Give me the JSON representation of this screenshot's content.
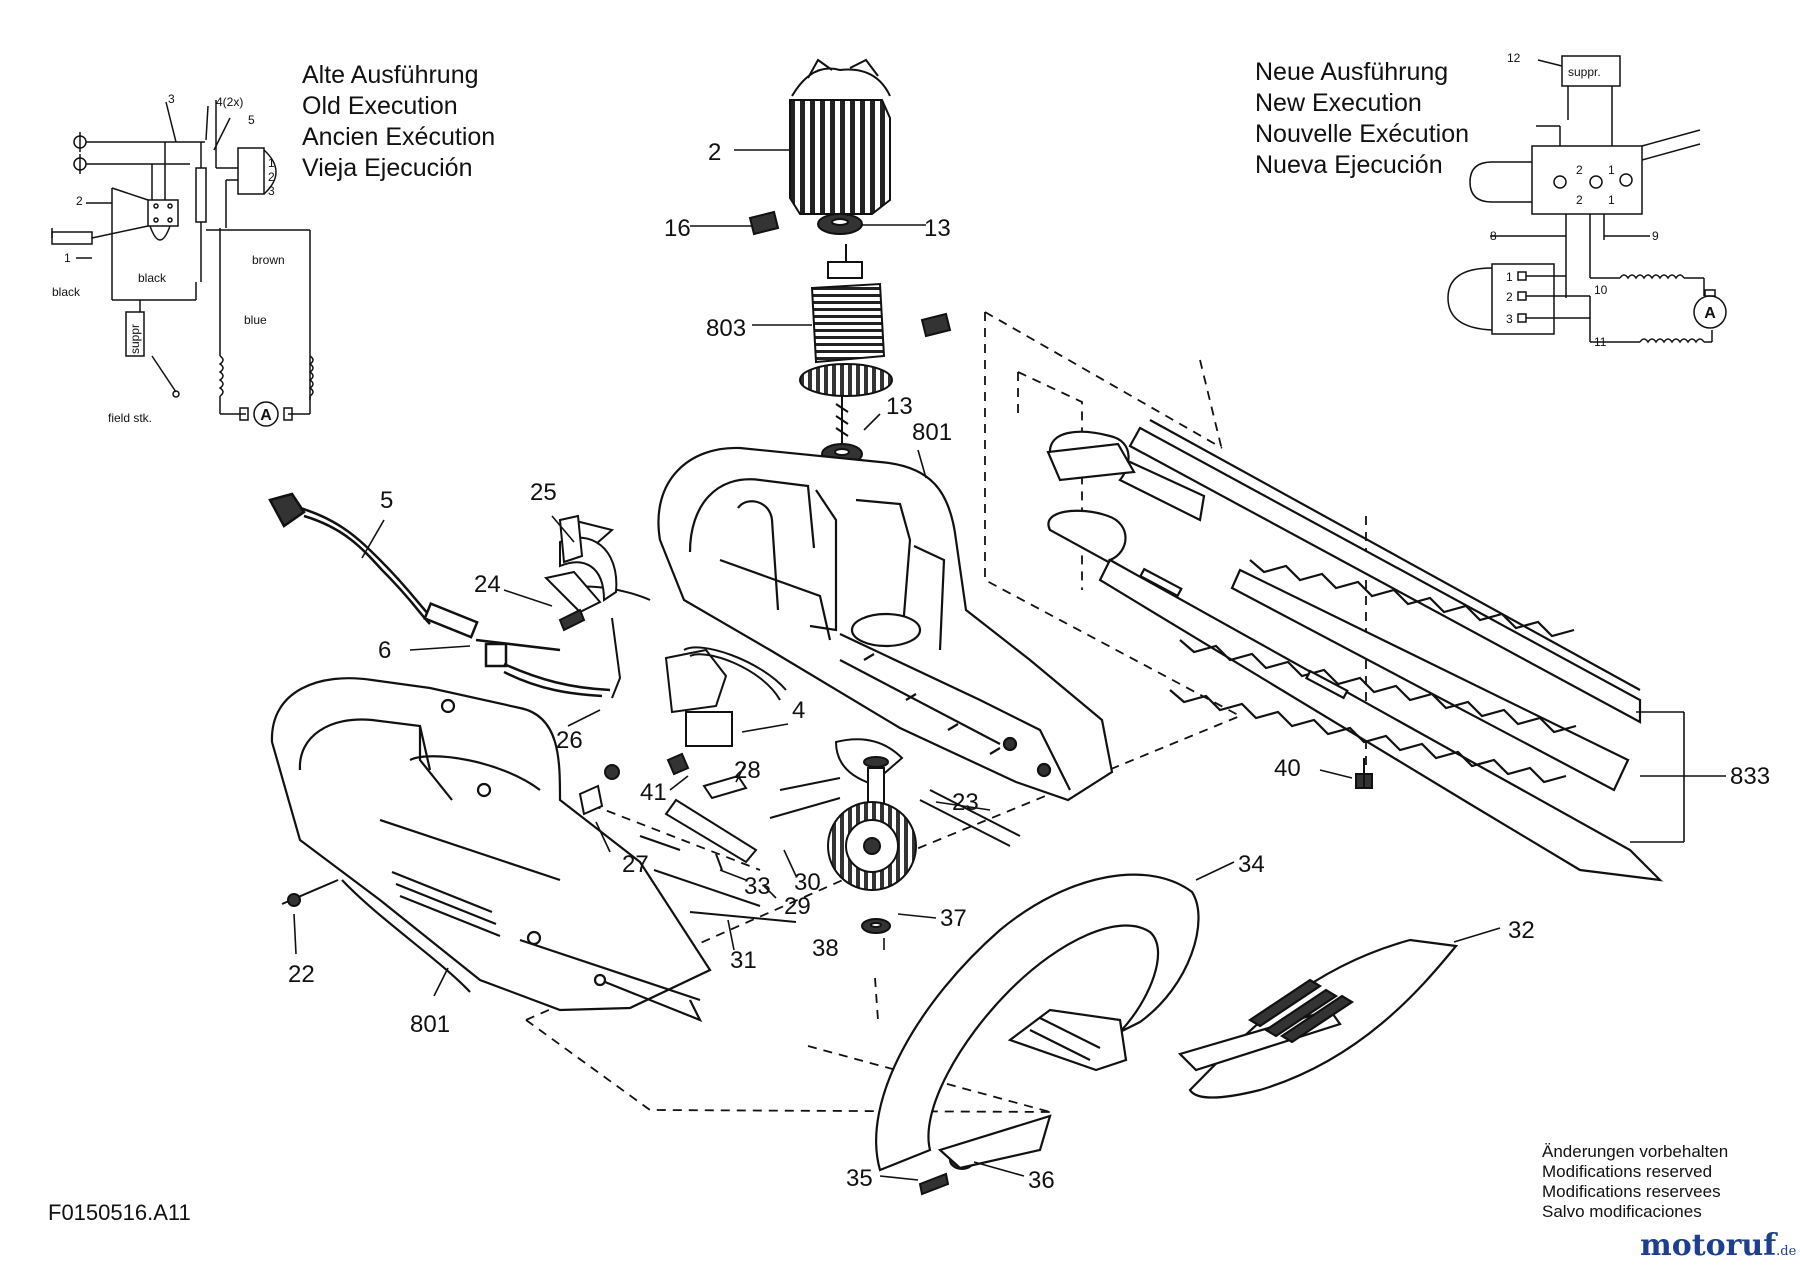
{
  "old_version": {
    "lines": [
      "Alte Ausführung",
      "Old Execution",
      "Ancien Exécution",
      "Vieja Ejecución"
    ],
    "schematic_labels": [
      "3",
      "4(2x)",
      "5",
      "1",
      "2",
      "3",
      "2",
      "1",
      "brown",
      "black",
      "black",
      "blue",
      "suppr",
      "field stk."
    ]
  },
  "new_version": {
    "lines": [
      "Neue Ausführung",
      "New Execution",
      "Nouvelle Exécution",
      "Nueva Ejecución"
    ],
    "schematic_labels": [
      "12",
      "suppr.",
      "2",
      "1",
      "2",
      "1",
      "8",
      "9",
      "1",
      "2",
      "3",
      "10",
      "11"
    ]
  },
  "part_numbers": [
    "2",
    "13",
    "16",
    "803",
    "13",
    "801",
    "5",
    "25",
    "24",
    "6",
    "26",
    "4",
    "28",
    "41",
    "23",
    "27",
    "33",
    "30",
    "29",
    "31",
    "22",
    "801",
    "38",
    "37",
    "34",
    "32",
    "40",
    "833",
    "35",
    "36"
  ],
  "notice": {
    "lines": [
      "Änderungen vorbehalten",
      "Modifications reserved",
      "Modifications reservees",
      "Salvo modificaciones"
    ]
  },
  "figure_code": "F0150516.A11",
  "watermark": {
    "name": "motoruf",
    "suffix": ".de"
  },
  "motor_symbol": "A"
}
